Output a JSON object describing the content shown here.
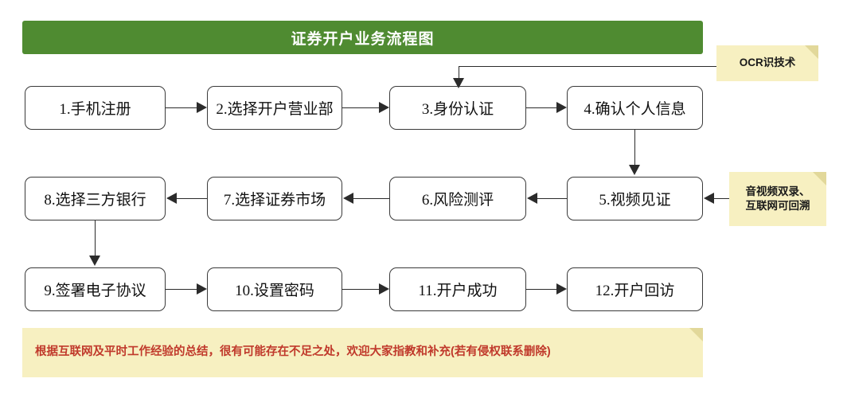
{
  "title": {
    "text": "证券开户业务流程图",
    "background_color": "#4f8b31",
    "text_color": "#ffffff"
  },
  "flowchart": {
    "type": "process-flow",
    "nodes": [
      {
        "id": "n1",
        "label": "1.手机注册",
        "row": 1,
        "col": 1
      },
      {
        "id": "n2",
        "label": "2.选择开户营业部",
        "row": 1,
        "col": 2
      },
      {
        "id": "n3",
        "label": "3.身份认证",
        "row": 1,
        "col": 3
      },
      {
        "id": "n4",
        "label": "4.确认个人信息",
        "row": 1,
        "col": 4
      },
      {
        "id": "n5",
        "label": "5.视频见证",
        "row": 2,
        "col": 4
      },
      {
        "id": "n6",
        "label": "6.风险测评",
        "row": 2,
        "col": 3
      },
      {
        "id": "n7",
        "label": "7.选择证券市场",
        "row": 2,
        "col": 2
      },
      {
        "id": "n8",
        "label": "8.选择三方银行",
        "row": 2,
        "col": 1
      },
      {
        "id": "n9",
        "label": "9.签署电子协议",
        "row": 3,
        "col": 1
      },
      {
        "id": "n10",
        "label": "10.设置密码",
        "row": 3,
        "col": 2
      },
      {
        "id": "n11",
        "label": "11.开户成功",
        "row": 3,
        "col": 3
      },
      {
        "id": "n12",
        "label": "12.开户回访",
        "row": 3,
        "col": 4
      }
    ],
    "edges": [
      {
        "from": "n1",
        "to": "n2",
        "direction": "right"
      },
      {
        "from": "n2",
        "to": "n3",
        "direction": "right"
      },
      {
        "from": "n3",
        "to": "n4",
        "direction": "right"
      },
      {
        "from": "n4",
        "to": "n5",
        "direction": "down"
      },
      {
        "from": "n5",
        "to": "n6",
        "direction": "left"
      },
      {
        "from": "n6",
        "to": "n7",
        "direction": "left"
      },
      {
        "from": "n7",
        "to": "n8",
        "direction": "left"
      },
      {
        "from": "n8",
        "to": "n9",
        "direction": "down"
      },
      {
        "from": "n9",
        "to": "n10",
        "direction": "right"
      },
      {
        "from": "n10",
        "to": "n11",
        "direction": "right"
      },
      {
        "from": "n11",
        "to": "n12",
        "direction": "right"
      },
      {
        "from": "note_ocr",
        "to": "n3",
        "direction": "down"
      },
      {
        "from": "note_video",
        "to": "n5",
        "direction": "left"
      }
    ],
    "node_style": {
      "background_color": "#ffffff",
      "border_color": "#3a3a3a",
      "text_color": "#111111"
    },
    "connector_color": "#2b2b2b"
  },
  "notes": {
    "ocr": {
      "text": "OCR识技术",
      "background_color": "#f7f0c1",
      "text_color": "#1a1a1a"
    },
    "video": {
      "line1": "音视频双录、",
      "line2": "互联网可回溯",
      "background_color": "#f7f0c1",
      "text_color": "#1a1a1a"
    },
    "disclaimer": {
      "text": "根据互联网及平时工作经验的总结，很有可能存在不足之处，欢迎大家指教和补充(若有侵权联系删除)",
      "background_color": "#f7f0c1",
      "text_color": "#c0392b"
    }
  }
}
